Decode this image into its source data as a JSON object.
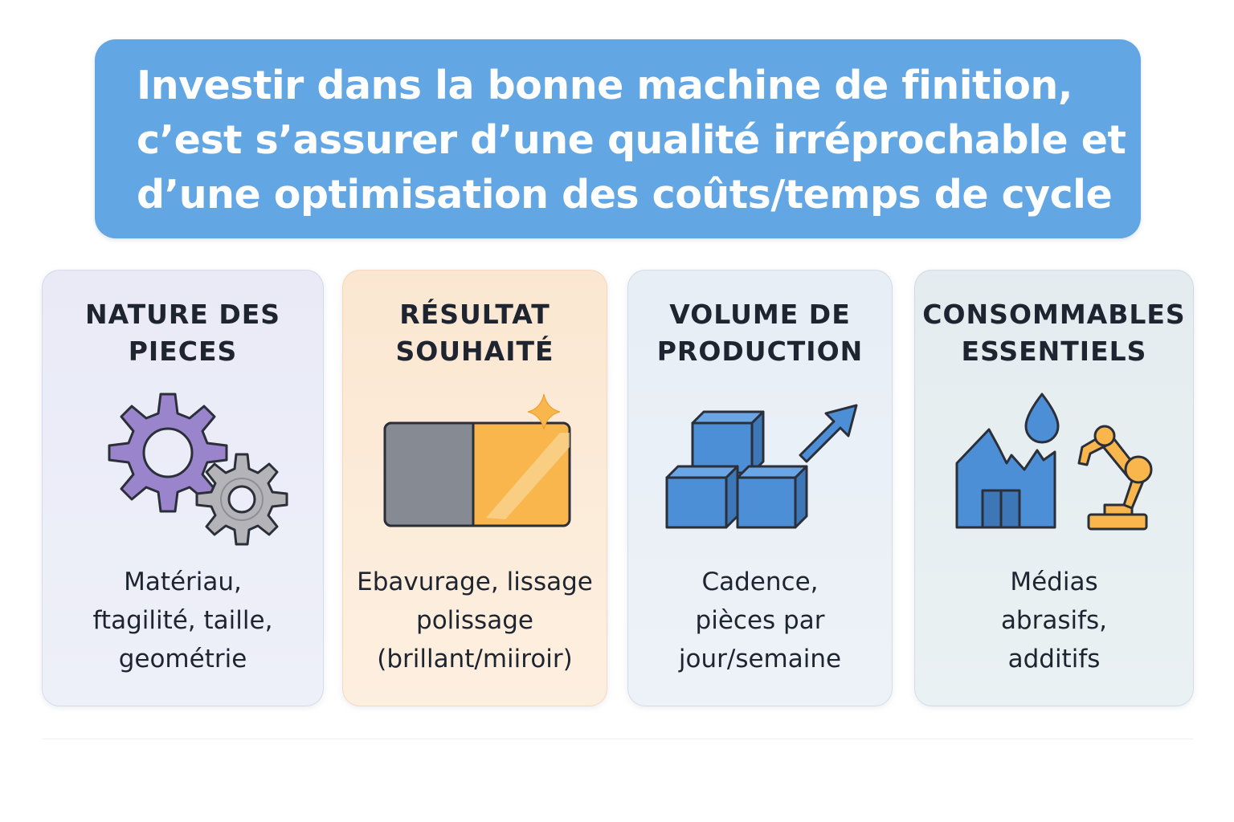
{
  "banner": {
    "lines": [
      "Investir dans la bonne machine de finition,",
      "c’est s’assurer d’une qualité irréprochable et",
      "d’une optimisation des coûts/temps de cycle"
    ]
  },
  "cards": [
    {
      "title": [
        "NATURE DES",
        "PIECES"
      ],
      "icon": "gears-icon",
      "description": [
        "Matériau,",
        "ftagilité, taille,",
        "geométrie"
      ]
    },
    {
      "title": [
        "RÉSULTAT",
        "SOUHAITÉ"
      ],
      "icon": "polished-surface-icon",
      "description": [
        "Ebavurage, lissage",
        "polissage",
        "(brillant/miiroir)"
      ]
    },
    {
      "title": [
        "VOLUME DE",
        "PRODUCTION"
      ],
      "icon": "stacked-boxes-growth-icon",
      "description": [
        "Cadence,",
        "pièces par",
        "jour/semaine"
      ]
    },
    {
      "title": [
        "CONSOMMABLES",
        "ESSENTIELS"
      ],
      "icon": "factory-drop-robot-arm-icon",
      "description": [
        "Médias",
        "abrasifs,",
        "additifs"
      ]
    }
  ],
  "colors": {
    "banner": "#62a6e3",
    "purple": "#9a84cc",
    "grey": "#b3b3b8",
    "orange": "#f8b64c",
    "blue": "#4d8fd6",
    "dark": "#1e2430"
  }
}
